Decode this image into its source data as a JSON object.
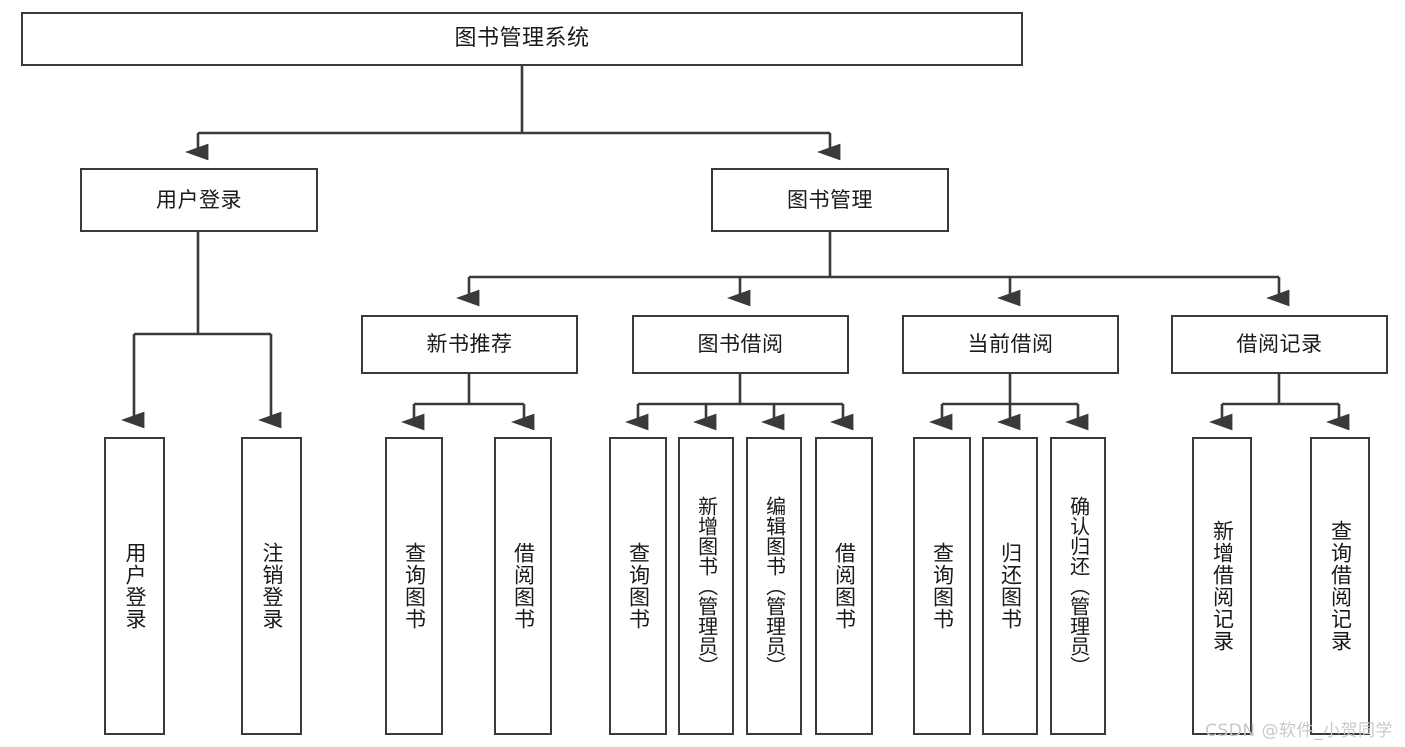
{
  "diagram": {
    "title": "图书管理系统",
    "type": "tree-hierarchy",
    "root": {
      "label": "图书管理系统"
    },
    "level2": [
      {
        "label": "用户登录"
      },
      {
        "label": "图书管理"
      }
    ],
    "level3": [
      {
        "label": "新书推荐"
      },
      {
        "label": "图书借阅"
      },
      {
        "label": "当前借阅"
      },
      {
        "label": "借阅记录"
      }
    ],
    "leaves": {
      "user_login": [
        {
          "label": "用户登录"
        },
        {
          "label": "注销登录"
        }
      ],
      "new_book_recommend": [
        {
          "label": "查询图书"
        },
        {
          "label": "借阅图书"
        }
      ],
      "book_borrow": [
        {
          "label": "查询图书"
        },
        {
          "label": "新增图书（管理员）"
        },
        {
          "label": "编辑图书（管理员）"
        },
        {
          "label": "借阅图书"
        }
      ],
      "current_borrow": [
        {
          "label": "查询图书"
        },
        {
          "label": "归还图书"
        },
        {
          "label": "确认归还（管理员）"
        }
      ],
      "borrow_records": [
        {
          "label": "新增借阅记录"
        },
        {
          "label": "查询借阅记录"
        }
      ]
    }
  },
  "watermark": {
    "text": "CSDN @软件_小贺同学"
  },
  "colors": {
    "border": "#3a3a3a",
    "text": "#1a1a1a",
    "background": "#ffffff",
    "watermark": "#c9c9c9"
  }
}
